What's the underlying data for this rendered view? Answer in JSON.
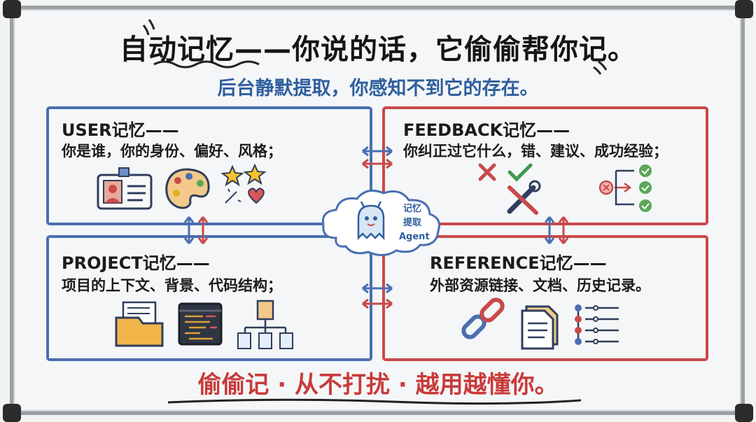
{
  "title": "自动记忆——你说的话，它偷偷帮你记。",
  "subtitle": "后台静默提取，你感知不到它的存在。",
  "footer": "偷偷记 · 从不打扰 · 越用越懂你。",
  "center": {
    "line1": "记忆",
    "line2": "提取",
    "line3": "Agent"
  },
  "quadrants": {
    "user": {
      "title": "USER记忆——",
      "desc": "你是谁，你的身份、偏好、风格；"
    },
    "feedback": {
      "title": "FEEDBACK记忆——",
      "desc": "你纠正过它什么，错、建议、成功经验；"
    },
    "project": {
      "title": "PROJECT记忆——",
      "desc": "项目的上下文、背景、代码结构；"
    },
    "reference": {
      "title": "REFERENCE记忆——",
      "desc": "外部资源链接、文档、历史记录。"
    }
  },
  "colors": {
    "blue": "#4a6fb0",
    "red": "#c94a4a",
    "accent_blue": "#2f5f9e",
    "accent_red": "#c93a3a"
  },
  "icons": [
    "id-card-icon",
    "palette-icon",
    "stars-heart-icon",
    "cross-icon",
    "check-icon",
    "tools-icon",
    "flow-icon",
    "folder-icon",
    "code-window-icon",
    "hierarchy-icon",
    "chain-link-icon",
    "document-icon",
    "list-icon",
    "cloud-icon",
    "ghost-icon"
  ]
}
